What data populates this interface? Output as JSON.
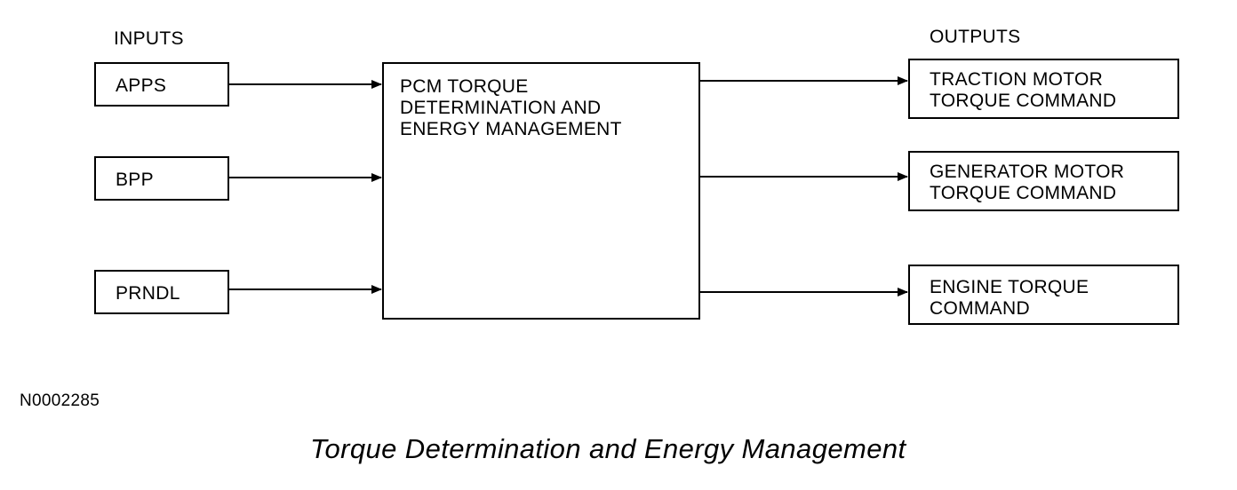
{
  "headers": {
    "inputs": "INPUTS",
    "outputs": "OUTPUTS"
  },
  "inputs": [
    {
      "id": "apps",
      "label": "APPS"
    },
    {
      "id": "bpp",
      "label": "BPP"
    },
    {
      "id": "prndl",
      "label": "PRNDL"
    }
  ],
  "processor": {
    "lines": [
      "PCM TORQUE",
      "DETERMINATION AND",
      "ENERGY MANAGEMENT"
    ]
  },
  "outputs": [
    {
      "id": "traction",
      "lines": [
        "TRACTION MOTOR",
        "TORQUE COMMAND"
      ]
    },
    {
      "id": "generator",
      "lines": [
        "GENERATOR MOTOR",
        "TORQUE COMMAND"
      ]
    },
    {
      "id": "engine",
      "lines": [
        "ENGINE TORQUE",
        "COMMAND"
      ]
    }
  ],
  "figure_id": "N0002285",
  "caption": "Torque Determination and Energy Management"
}
